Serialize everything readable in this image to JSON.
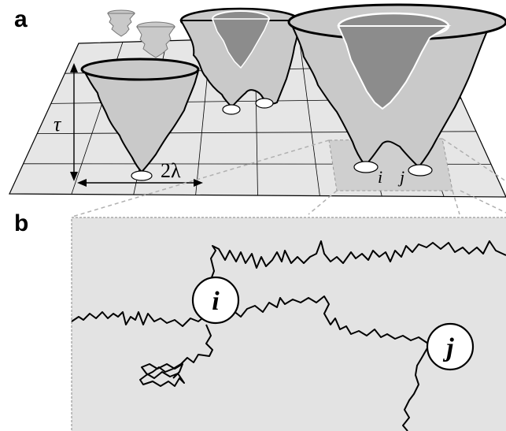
{
  "panels": [
    {
      "label": "a"
    },
    {
      "label": "b"
    }
  ],
  "annotations": {
    "tau": "τ",
    "width": "2λ",
    "site_i": "i",
    "site_j": "j"
  },
  "zoom_labels": {
    "site_i": "i",
    "site_j": "j"
  },
  "colors": {
    "cone_light": "#c9c9c9",
    "cone_dark": "#8c8c8c",
    "grid_fill": "#e6e6e6",
    "zoom_fill": "#e3e3e3",
    "highlight_cell": "#cfcfcf",
    "line": "#000000",
    "dashed": "#b0b0b0"
  }
}
